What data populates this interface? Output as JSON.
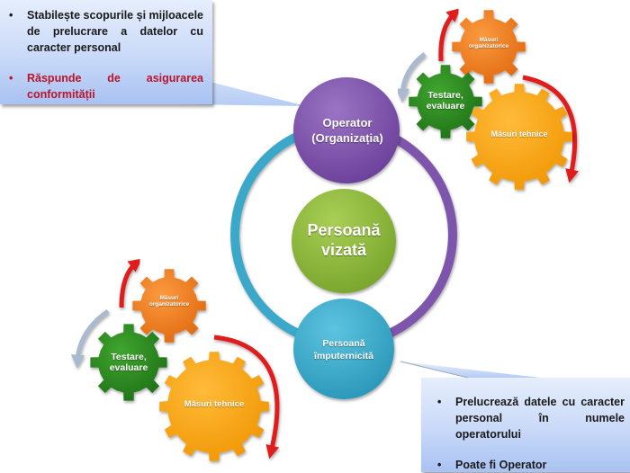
{
  "callouts": {
    "operator": {
      "items": [
        {
          "text": "Stabilește scopurile și mijloacele de prelucrare a datelor cu caracter personal",
          "color": "#1a1a1a"
        },
        {
          "text": "Răspunde de asigurarea conformității",
          "color": "#b8142a"
        }
      ]
    },
    "processor": {
      "items": [
        {
          "text": "Prelucrează datele cu caracter personal în numele operatorului"
        },
        {
          "text": "Poate fi Operator"
        }
      ]
    }
  },
  "nodes": {
    "operator": {
      "label_line1": "Operator",
      "label_line2": "(Organizația)",
      "color": "#7b4fa8"
    },
    "subject": {
      "label_line1": "Persoană",
      "label_line2": "vizată",
      "color": "#8cb83a"
    },
    "processor": {
      "label_line1": "Persoană",
      "label_line2": "împuternicită",
      "color": "#3aaccd"
    }
  },
  "ring": {
    "left_color": "#3aa8c9",
    "right_color": "#7d55ab"
  },
  "gear_groups": {
    "top_right": {
      "organizational": {
        "line1": "Măsuri",
        "line2": "organizatorice",
        "color": "#f07b1a"
      },
      "testing": {
        "line1": "Testare,",
        "line2": "evaluare",
        "color": "#2e8a22"
      },
      "technical": {
        "line1": "Măsuri tehnice",
        "color": "#f8a315"
      }
    },
    "bottom_left": {
      "organizational": {
        "line1": "Măsuri",
        "line2": "organizatorice",
        "color": "#f07b1a"
      },
      "testing": {
        "line1": "Testare,",
        "line2": "evaluare",
        "color": "#2e8a22"
      },
      "technical": {
        "line1": "Măsuri tehnice",
        "color": "#f8a315"
      }
    }
  },
  "arrow_colors": {
    "red": "#e01b1b",
    "gray": "#a9b9d0"
  }
}
